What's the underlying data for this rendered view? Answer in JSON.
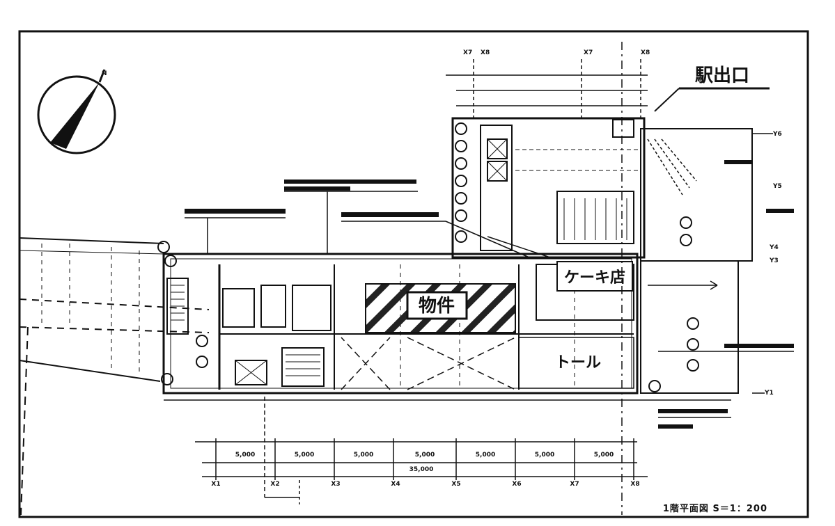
{
  "labels": {
    "station_exit": "駅出口",
    "property": "物件",
    "cake_shop": "ケーキ店",
    "toilet": "トール",
    "north": "N"
  },
  "caption": "1階平面図  S＝1：200",
  "grid_x": [
    "X1",
    "X2",
    "X3",
    "X4",
    "X5",
    "X6",
    "X7",
    "X8"
  ],
  "grid_x_top": [
    "X7",
    "X8",
    "X7",
    "X8"
  ],
  "grid_y": [
    "Y1",
    "Y3",
    "Y4",
    "Y5",
    "Y6"
  ],
  "dimensions": [
    "5,000",
    "5,000",
    "5,000",
    "5,000",
    "5,000",
    "5,000",
    "5,000",
    "35,000"
  ],
  "colors": {
    "ink": "#111111",
    "paper": "#ffffff",
    "hatch": "#222222"
  }
}
